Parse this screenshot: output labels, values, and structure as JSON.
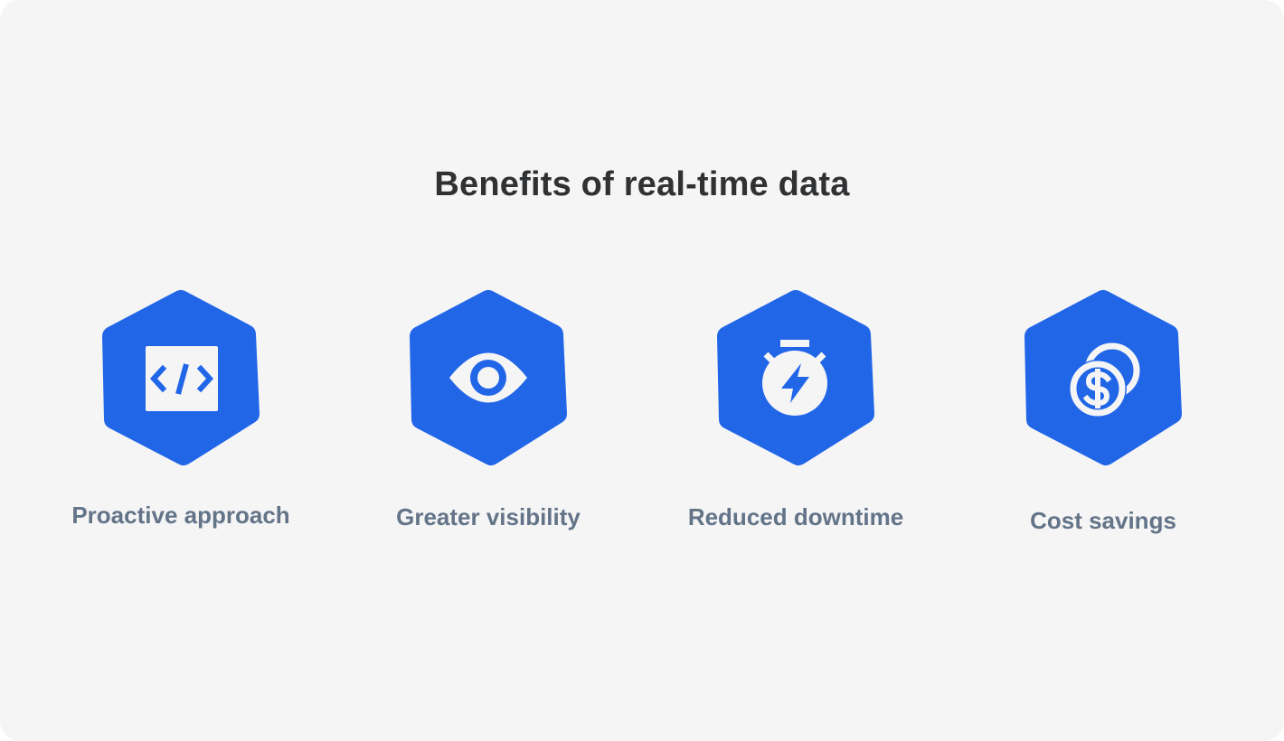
{
  "title": "Benefits of real-time data",
  "colors": {
    "background": "#f5f5f6",
    "accent": "#2266e8",
    "title_text": "#2f3133",
    "label_text": "#637488",
    "icon_fill": "#f5f5f6"
  },
  "benefits": [
    {
      "label": "Proactive approach",
      "icon": "code-icon"
    },
    {
      "label": "Greater visibility",
      "icon": "eye-icon"
    },
    {
      "label": "Reduced downtime",
      "icon": "stopwatch-lightning-icon"
    },
    {
      "label": "Cost savings",
      "icon": "coins-dollar-icon"
    }
  ]
}
